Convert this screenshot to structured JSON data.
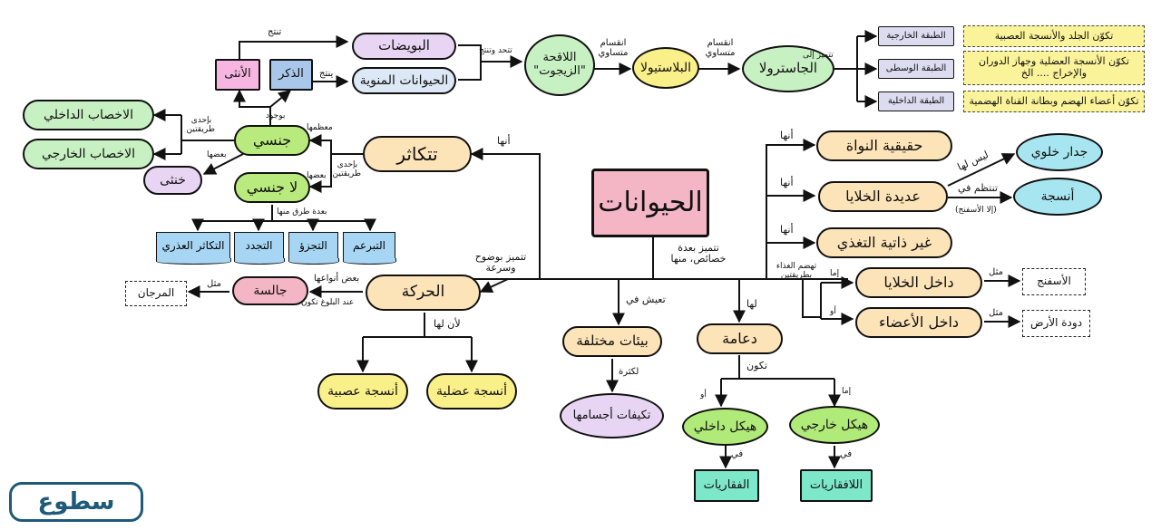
{
  "colors": {
    "main": "#f4b6c5",
    "peach": "#fde3b8",
    "green": "#b9ea7d",
    "greenNode": "#b0ea78",
    "lightGreen": "#c8f1c3",
    "yellow": "#faf08a",
    "cyan": "#a7e6f1",
    "purple": "#e8d4f3",
    "pink": "#f7b6e2",
    "blueBox": "#a8c7ea",
    "teal": "#7de7c9",
    "lavender": "#dcdcf1"
  },
  "nodes": {
    "main": "الحيوانات",
    "reproduction": "تتكاثر",
    "sexual": "جنسي",
    "asexual": "لا جنسي",
    "male": "الذكر",
    "female": "الأنثى",
    "eggs": "البويضات",
    "sperm": "الحيوانات المنوية",
    "zygote": "اللاقحة \"الزيجوت\"",
    "blastula": "البلاستيولا",
    "gastrula": "الجاسترولا",
    "outer_layer": "الطبقة الخارجية",
    "middle_layer": "الطبقة الوسطى",
    "inner_layer": "الطبقة الداخلية",
    "outer_desc": "تكوّن الجلد والأنسجة العصبية",
    "middle_desc": "تكوّن الأنسجة العضلية وجهاز الدوران والإخراج .... الخ",
    "inner_desc": "تكوّن أعضاء الهضم وبطانة القناة الهضمية",
    "internal_fert": "الاخصاب الداخلي",
    "external_fert": "الاخصاب الخارجي",
    "hermaphrodite": "خنثى",
    "budding": "التبرعم",
    "fragmentation": "التجزؤ",
    "regeneration": "التجدد",
    "parthenogenesis": "التكاثر العذري",
    "movement": "الحركة",
    "sessile": "جالسة",
    "coral": "المرجان",
    "muscle_tissue": "أنسجة عضلية",
    "nerve_tissue": "أنسجة عصبية",
    "eukaryotic": "حقيقية النواة",
    "multicellular": "عديدة الخلايا",
    "heterotrophic": "غير ذاتية التغذي",
    "cell_wall": "جدار خلوي",
    "tissues": "أنسجة",
    "intracellular": "داخل الخلايا",
    "in_organs": "داخل الأعضاء",
    "sponge": "الأسفنج",
    "earthworm": "دودة الأرض",
    "support": "دعامة",
    "exoskeleton": "هيكل خارجي",
    "endoskeleton": "هيكل داخلي",
    "invertebrates": "اللافقاريات",
    "vertebrates": "الفقاريات",
    "environments": "بيئات مختلفة",
    "adaptations": "تكيفات أجسامها"
  },
  "labels": {
    "produces_f": "تنتج",
    "produces_m": "ينتج",
    "unite": "تتحد وتنتج",
    "mitosis1": "انقسام متساوي",
    "mitosis2": "انقسام متساوي",
    "differentiates": "تتميز إلى",
    "presence": "بوجود",
    "two_ways_sex": "بإحدى طريقتين",
    "some": "بعضها",
    "most": "معظمها",
    "two_ways_rep": "بإحدى طريقتين",
    "some2": "بعضها",
    "several_ways": "بعدة طرق منها",
    "they_rep": "أنها",
    "distinguished": "تتميز بعدة خصائص، منها",
    "moves_clearly": "تتميز بوضوح وسرعة",
    "some_types": "بعض أنواعها",
    "at_maturity": "عند البلوغ تكون",
    "example_coral": "مثل",
    "because": "لأن لها",
    "they_euk": "أنها",
    "they_multi": "أنها",
    "they_het": "أنها",
    "no_wall": "ليس لها",
    "organized": "تنتظم في",
    "except_sponge": "(إلا الأسفنج)",
    "digest": "تهضم الغذاء بطريقتين",
    "either": "إما",
    "or": "أو",
    "example_sponge": "مثل",
    "example_worm": "مثل",
    "has": "لها",
    "lives_in": "تعيش في",
    "many": "لكثرة",
    "forms": "تكون",
    "either2": "إما",
    "or2": "أو",
    "in1": "في",
    "in2": "في"
  },
  "logo": {
    "text": "سطوع"
  }
}
